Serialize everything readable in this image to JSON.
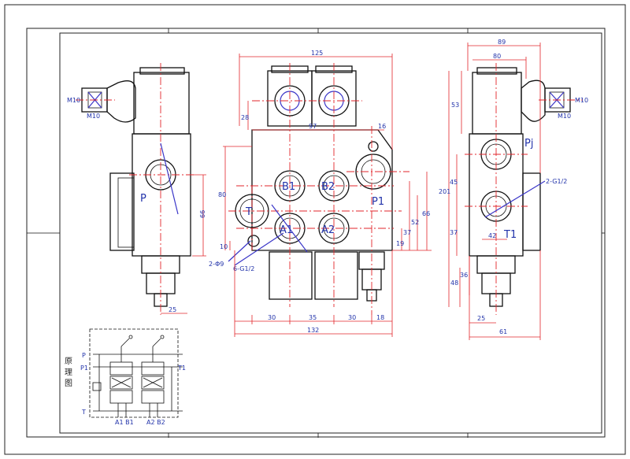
{
  "dimensions": {
    "d125": "125",
    "d97": "97",
    "d16": "16",
    "d28": "28",
    "d80": "80",
    "d10": "10",
    "d66l": "66",
    "d25l": "25",
    "d30a": "30",
    "d35": "35",
    "d30b": "30",
    "d18": "18",
    "d132": "132",
    "d37": "37",
    "d52": "52",
    "d19": "19",
    "d66c": "66",
    "d89": "89",
    "d80r": "80",
    "d53": "53",
    "d45": "45",
    "d201": "201",
    "d37r": "37",
    "d42": "42",
    "d36": "36",
    "d48": "48",
    "d25r": "25",
    "d61": "61",
    "m10a": "M10",
    "m10b": "M10",
    "m10c": "M10",
    "m10d": "M10"
  },
  "ports": {
    "p_left": "P",
    "b1": "B1",
    "b2": "B2",
    "a1": "A1",
    "a2": "A2",
    "t": "T",
    "p1": "P1",
    "pj": "Pj",
    "t1": "T1"
  },
  "callouts": {
    "two_phi9": "2-Φ9",
    "six_g12": "6-G1/2",
    "two_g12": "2-G1/2"
  },
  "schematic": {
    "caption_line1": "原",
    "caption_line2": "理",
    "caption_line3": "图",
    "p": "P",
    "p1": "P1",
    "t": "T",
    "t1": "T1",
    "a1b1": "A1 B1",
    "a2b2": "A2 B2"
  }
}
